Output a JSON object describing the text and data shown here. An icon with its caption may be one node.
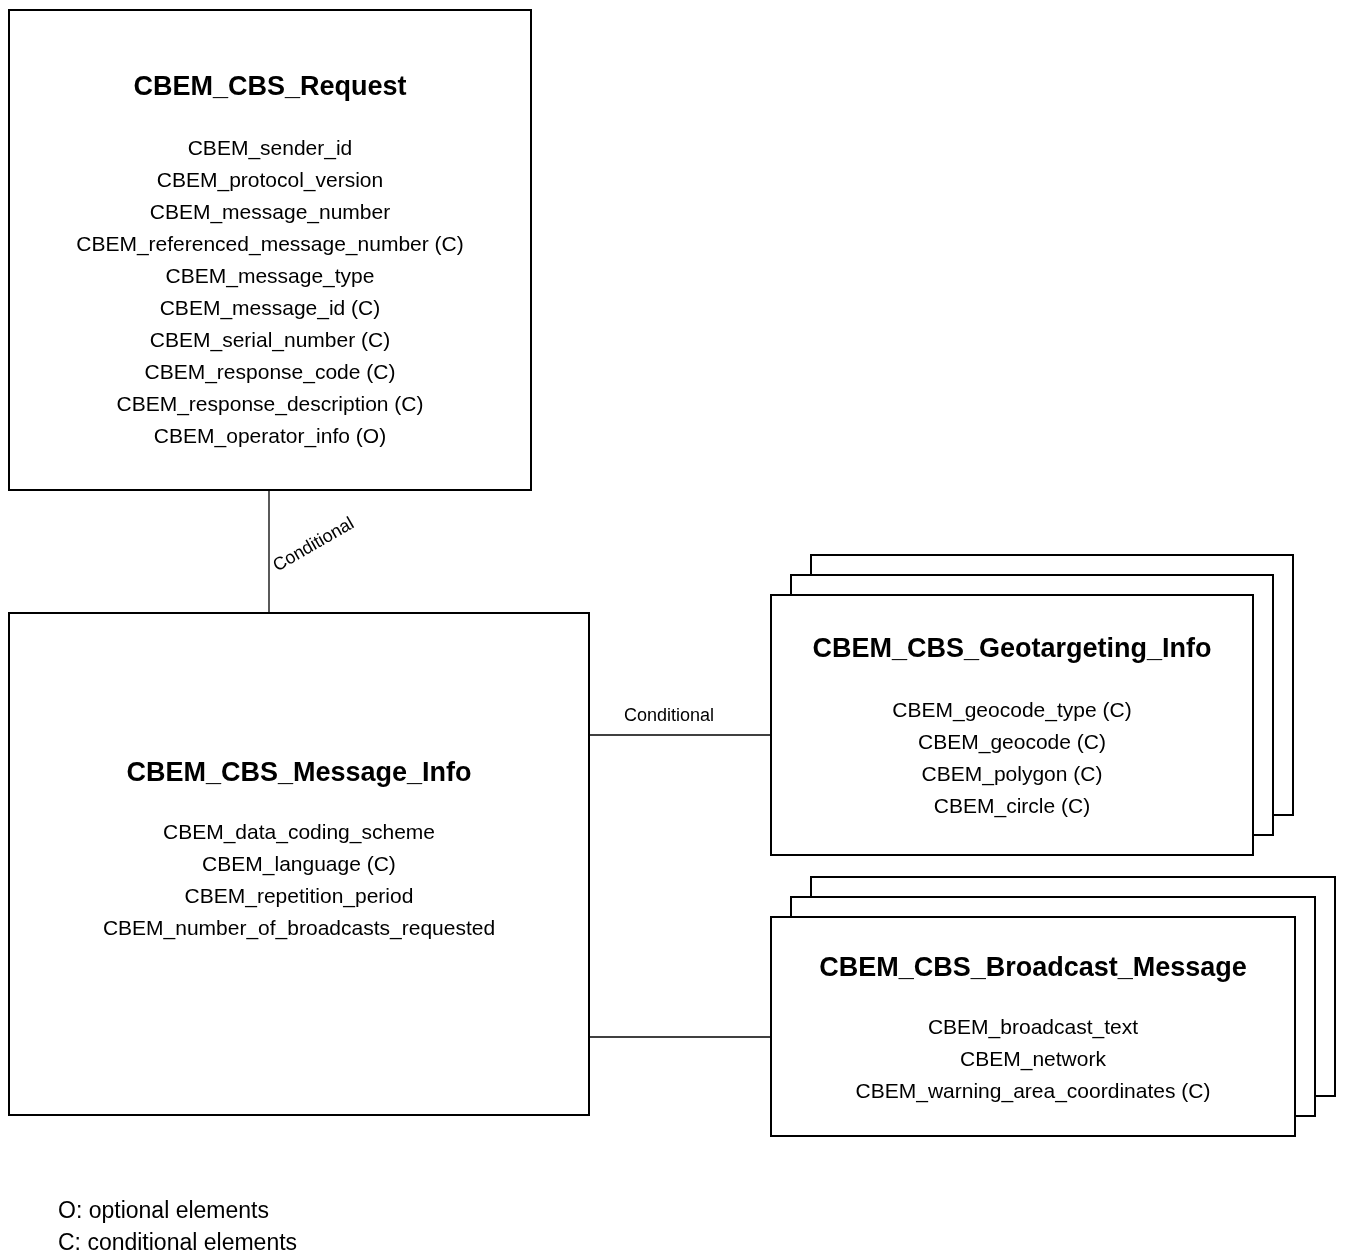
{
  "diagram": {
    "nodes": [
      {
        "text": [
          "CBEM_CBS_Request",
          "CBEM_sender_id",
          "CBEM_protocol_version",
          "CBEM_message_number",
          "CBEM_referenced_message_number (C)",
          "CBEM_message_type",
          "CBEM_message_id (C)",
          "CBEM_serial_number (C)",
          "CBEM_response_code (C)",
          "CBEM_response_description (C)",
          "CBEM_operator_info (O)"
        ]
      },
      {
        "text": [
          "CBEM_CBS_Message_Info",
          "CBEM_data_coding_scheme",
          "CBEM_language (C)",
          "CBEM_repetition_period",
          "CBEM_number_of_broadcasts_requested"
        ]
      },
      {
        "text": [
          "CBEM_CBS_Geotargeting_Info",
          "CBEM_geocode_type (C)",
          "CBEM_geocode (C)",
          "CBEM_polygon (C)",
          "CBEM_circle (C)"
        ]
      },
      {
        "text": [
          "CBEM_CBS_Broadcast_Message",
          "CBEM_broadcast_text",
          "CBEM_network",
          "CBEM_warning_area_coordinates (C)"
        ]
      }
    ],
    "edges": [
      {
        "from": 0,
        "to": 1,
        "arrow": "none",
        "label": "Conditional"
      },
      {
        "from": 1,
        "to": 2,
        "arrow": "none",
        "label": "Conditional"
      },
      {
        "from": 1,
        "to": 3,
        "arrow": "none"
      }
    ],
    "labels": [
      "O: optional elements",
      "C: conditional elements"
    ]
  }
}
